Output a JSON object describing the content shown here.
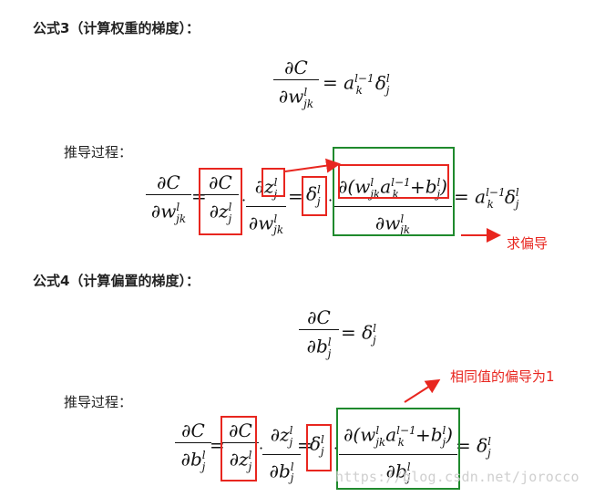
{
  "colors": {
    "box_red": "#e8261f",
    "box_green": "#1f8a2d",
    "annotation": "#e8261f"
  },
  "headings": {
    "formula3": "公式3（计算权重的梯度）：",
    "formula4": "公式4（计算偏置的梯度）："
  },
  "labels": {
    "derivation1": "推导过程：",
    "derivation2": "推导过程："
  },
  "annotations": {
    "partial_derivative": "求偏导",
    "same_value_derivative": "相同值的偏导为1"
  },
  "watermark": "https://blog.csdn.net/jorocco",
  "math": {
    "partial": "∂",
    "C": "C",
    "w": "w",
    "z": "z",
    "b": "b",
    "a": "a",
    "delta": "δ",
    "equals": "=",
    "plus": "+",
    "cdot": "·",
    "lparen": "(",
    "rparen": ")",
    "l": "l",
    "l_minus_1": "l−1",
    "jk": "jk",
    "j": "j",
    "k": "k"
  }
}
